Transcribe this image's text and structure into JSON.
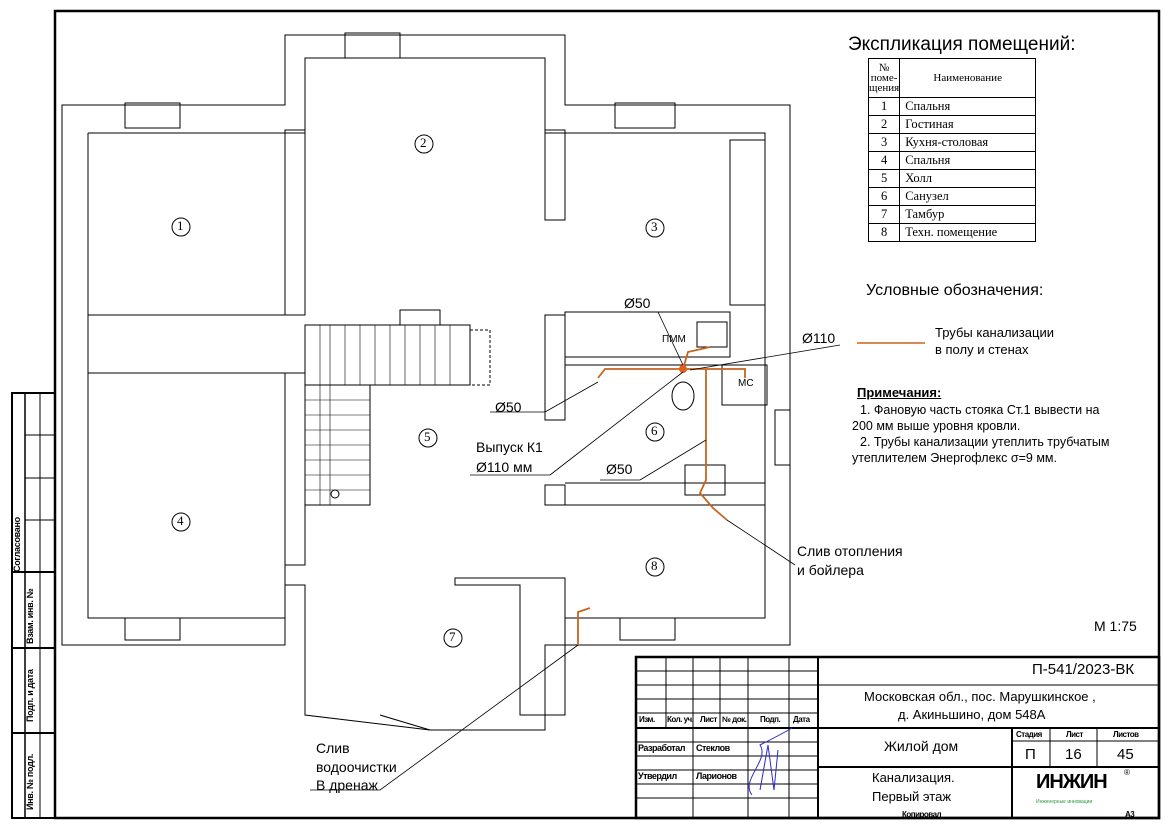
{
  "explication": {
    "title": "Экспликация помещений:",
    "col_number": "№ поме- щения",
    "col_name": "Наименование",
    "rooms": [
      {
        "n": "1",
        "name": "Спальня"
      },
      {
        "n": "2",
        "name": "Гостиная"
      },
      {
        "n": "3",
        "name": "Кухня-столовая"
      },
      {
        "n": "4",
        "name": "Спальня"
      },
      {
        "n": "5",
        "name": "Холл"
      },
      {
        "n": "6",
        "name": "Санузел"
      },
      {
        "n": "7",
        "name": "Тамбур"
      },
      {
        "n": "8",
        "name": "Техн. помещение"
      }
    ]
  },
  "legend": {
    "title": "Условные обозначения:",
    "line1": "Трубы канализации",
    "line2": "в полу и стенах",
    "pipe_color": "#c8641e"
  },
  "notes": {
    "title": "Примечания:",
    "n1a": "1.    Фановую часть стояка Ст.1   вывести на",
    "n1b": "200 мм выше уровня кровли.",
    "n2a": "2.    Трубы канализации утеплить трубчатым",
    "n2b": "утеплителем Энергофлекс σ=9 мм."
  },
  "plan": {
    "rooms": [
      "1",
      "2",
      "3",
      "4",
      "5",
      "6",
      "7",
      "8"
    ],
    "labels": {
      "d50_top": "Ø50",
      "d110": "Ø110",
      "d50_left": "Ø50",
      "outlet1": "Выпуск К1",
      "outlet2": "Ø110 мм",
      "d50_bottom": "Ø50",
      "heating1": "Слив отопления",
      "heating2": "и бойлера",
      "water1": "Слив",
      "water2": "водоочистки",
      "water3": "В дренаж",
      "pmm": "ПММ",
      "ms": "МС"
    },
    "scale": "М 1:75"
  },
  "title_block": {
    "code": "П-541/2023-ВК",
    "address1": "Московская обл., пос. Марушкинское ,",
    "address2": "д. Акиньшино, дом 548А",
    "object": "Жилой дом",
    "sheet_title1": "Канализация.",
    "sheet_title2": "Первый этаж",
    "headers": [
      "Изм.",
      "Кол. уч.",
      "Лист",
      "№ док.",
      "Подп.",
      "Дата"
    ],
    "stage_label": "Стадия",
    "sheet_label": "Лист",
    "sheets_label": "Листов",
    "stage": "П",
    "sheet": "16",
    "sheets": "45",
    "developed_label": "Разработал",
    "developed_name": "Стеклов",
    "approved_label": "Утвердил",
    "approved_name": "Ларионов",
    "logo": "ИНЖИН",
    "logo_sub": "Инженерные инновации",
    "copied": "Копировал",
    "format": "А3"
  },
  "side_stamp": {
    "agreed": "Согласовано",
    "inv_replace": "Взам. инв. №",
    "sign_date": "Подп. и дата",
    "inv_orig": "Инв. № подл."
  }
}
